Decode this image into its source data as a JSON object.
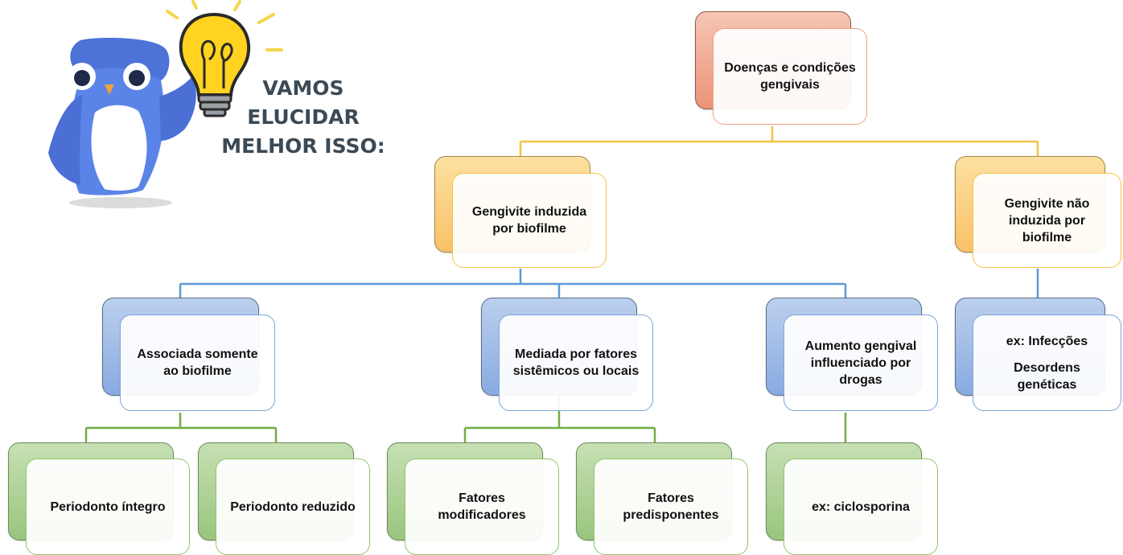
{
  "mascot": {
    "line1": "VAMOS",
    "line2": "ELUCIDAR",
    "line3": "MELHOR ISSO:"
  },
  "diagram": {
    "root": "Doenças e condições gengivais",
    "branch_induced": "Gengivite induzida por biofilme",
    "branch_not_induced": "Gengivite não induzida por biofilme",
    "associated_only": "Associada somente ao biofilme",
    "mediated": "Mediada por fatores sistêmicos ou locais",
    "drug_enlargement": "Aumento gengival influenciado por drogas",
    "examples_infections": "ex: Infecções",
    "examples_genetic": "Desordens genéticas",
    "intact_periodontium": "Periodonto íntegro",
    "reduced_periodontium": "Periodonto reduzido",
    "modifying_factors": "Fatores modificadores",
    "predisposing_factors": "Fatores predisponentes",
    "cyclosporine_example": "ex: ciclosporina"
  },
  "colors": {
    "level1": "#ec9378",
    "level2": "#f8c168",
    "level3": "#88aae0",
    "level4": "#99c57e",
    "connector_orange": "#f5c244",
    "connector_blue": "#5b9bd5",
    "connector_green": "#70ad47"
  }
}
